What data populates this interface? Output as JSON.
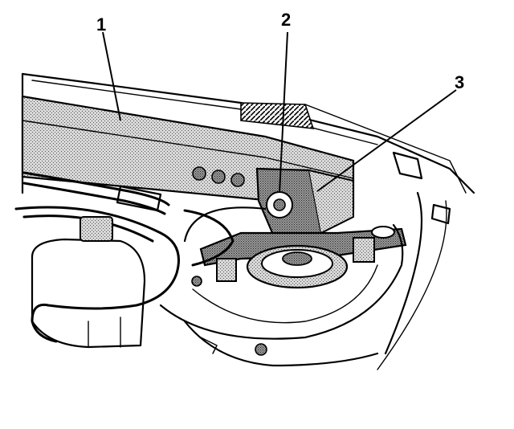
{
  "callouts": [
    {
      "label": "1"
    },
    {
      "label": "2"
    },
    {
      "label": "3"
    }
  ]
}
